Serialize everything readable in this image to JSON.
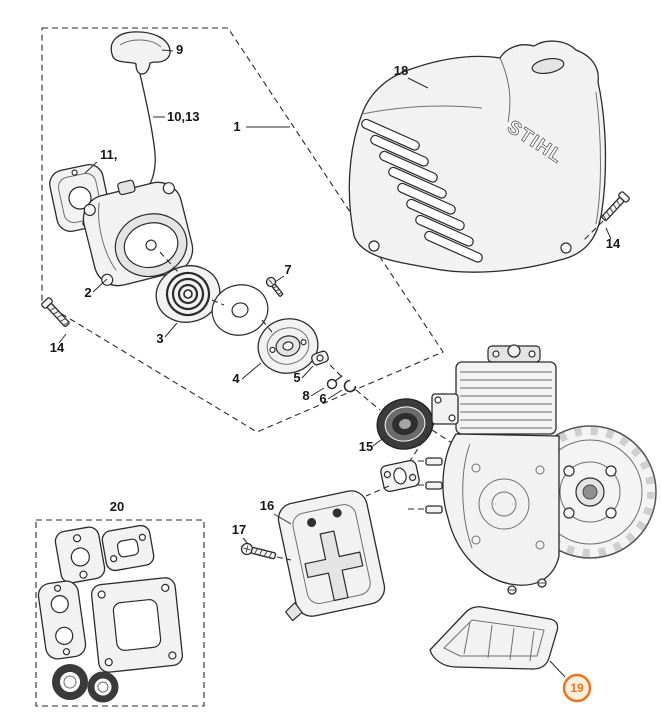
{
  "diagram": {
    "background": "#ffffff",
    "highlight_color": "#e87722",
    "brand_text": "STIHL",
    "callouts": {
      "grip": "9",
      "rope": "10,13",
      "assembly": "1",
      "spring_washer": "11,",
      "housing": "2",
      "bolt_left": "14",
      "rewind_spring": "3",
      "screw": "7",
      "rotor": "4",
      "pawl": "5",
      "pawl_spring": "8",
      "clip": "6",
      "clutch_drum": "15",
      "engine_cover": "18",
      "bolt_right": "14",
      "muffler": "16",
      "muffler_bolt": "17",
      "gasket_set": "20",
      "engine_pan": "19"
    }
  }
}
